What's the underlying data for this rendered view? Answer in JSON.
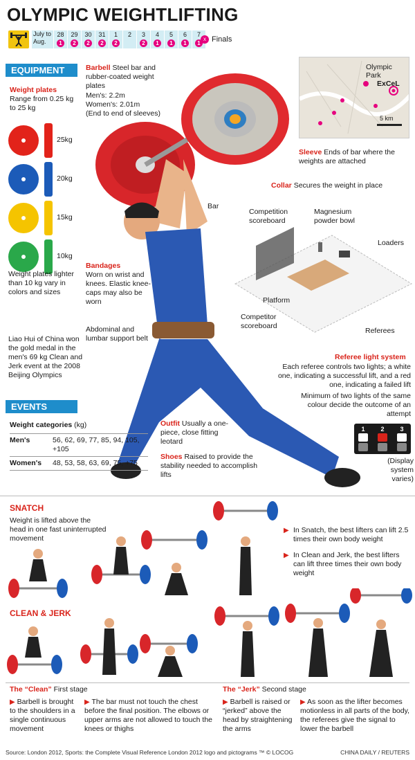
{
  "title": "OLYMPIC WEIGHTLIFTING",
  "schedule": {
    "month_label": "July to Aug.",
    "days": [
      {
        "day": "28",
        "finals": "1"
      },
      {
        "day": "29",
        "finals": "2"
      },
      {
        "day": "30",
        "finals": "2"
      },
      {
        "day": "31",
        "finals": "2"
      },
      {
        "day": "1",
        "finals": "2"
      },
      {
        "day": "2",
        "finals": ""
      },
      {
        "day": "3",
        "finals": "2"
      },
      {
        "day": "4",
        "finals": "1"
      },
      {
        "day": "5",
        "finals": "1"
      },
      {
        "day": "6",
        "finals": "1"
      },
      {
        "day": "7",
        "finals": "1"
      }
    ],
    "finals_legend": "Finals",
    "finals_mark": "x"
  },
  "equipment": {
    "heading": "EQUIPMENT",
    "plates_title": "Weight plates",
    "plates_range": "Range from 0.25 kg to 25 kg",
    "plates": [
      {
        "label": "25kg",
        "color": "#e2231a"
      },
      {
        "label": "20kg",
        "color": "#1c5bb8"
      },
      {
        "label": "15kg",
        "color": "#f5c400"
      },
      {
        "label": "10kg",
        "color": "#2aa84a"
      }
    ],
    "plates_note": "Weight plates lighter than 10 kg vary in colors and sizes",
    "liao_hui": "Liao Hui of China won the gold medal in the men's 69 kg Clean and Jerk event at the 2008 Beijing Olympics"
  },
  "barbell": {
    "heading": "Barbell",
    "desc": "Steel bar and rubber-coated weight plates",
    "men": "Men's: 2.2m",
    "women": "Women's: 2.01m",
    "note": "(End to end of sleeves)",
    "bar_label": "Bar"
  },
  "map": {
    "park": "Olympic Park",
    "venue": "ExCeL",
    "scale": "5 km"
  },
  "sleeve": {
    "heading": "Sleeve",
    "desc": "Ends of bar where the weights are attached"
  },
  "collar": {
    "heading": "Collar",
    "desc": "Secures the weight in place"
  },
  "venue_labels": {
    "competition_scoreboard": "Competition scoreboard",
    "magnesium": "Magnesium powder bowl",
    "loaders": "Loaders",
    "platform": "Platform",
    "competitor_scoreboard": "Competitor scoreboard",
    "referees": "Referees"
  },
  "bandages": {
    "heading": "Bandages",
    "desc": "Worn on wrist and knees. Elastic knee-caps may also be worn"
  },
  "belt": "Abdominal and lumbar support belt",
  "referee_system": {
    "heading": "Referee light system",
    "desc1": "Each referee controls two lights; a white one, indicating a successful lift, and a red one, indicating a failed lift",
    "desc2": "Minimum of two lights of the same colour decide the outcome of an attempt",
    "lights": [
      "1",
      "2",
      "3"
    ],
    "display_note": "(Display system varies)"
  },
  "events": {
    "heading": "EVENTS",
    "categories_title": "Weight categories",
    "categories_unit": "(kg)",
    "rows": [
      {
        "label": "Men's",
        "values": "56, 62, 69, 77, 85, 94, 105, +105"
      },
      {
        "label": "Women's",
        "values": "48, 53, 58, 63, 69, 75, +75"
      }
    ]
  },
  "outfit": {
    "heading": "Outfit",
    "desc": "Usually a one-piece, close fitting leotard"
  },
  "shoes": {
    "heading": "Shoes",
    "desc": "Raised to provide the stability needed to accomplish lifts"
  },
  "snatch": {
    "heading": "SNATCH",
    "desc": "Weight is lifted above the head in one fast uninterrupted movement",
    "facts": [
      "In Snatch, the best lifters can lift 2.5 times their own body weight",
      "In Clean and Jerk, the best lifters can lift three times their own body weight"
    ]
  },
  "clean_jerk": {
    "heading": "CLEAN & JERK",
    "clean_heading": "The “Clean”",
    "clean_stage": "First stage",
    "clean_points": [
      "Barbell is brought to the shoulders in a single continuous movement",
      "The bar must not touch the chest before the final position. The elbows or upper arms are not allowed to touch the knees or thighs"
    ],
    "jerk_heading": "The “Jerk”",
    "jerk_stage": "Second stage",
    "jerk_points": [
      "Barbell is raised or “jerked” above the head by straightening the arms",
      "As soon as the lifter becomes motionless in all parts of the body, the referees give the signal to lower the barbell"
    ]
  },
  "footer": {
    "source": "Source: London 2012, Sports: the Complete Visual Reference   London 2012 logo and pictograms ™ © LOCOG",
    "credit": "CHINA DAILY / REUTERS"
  }
}
